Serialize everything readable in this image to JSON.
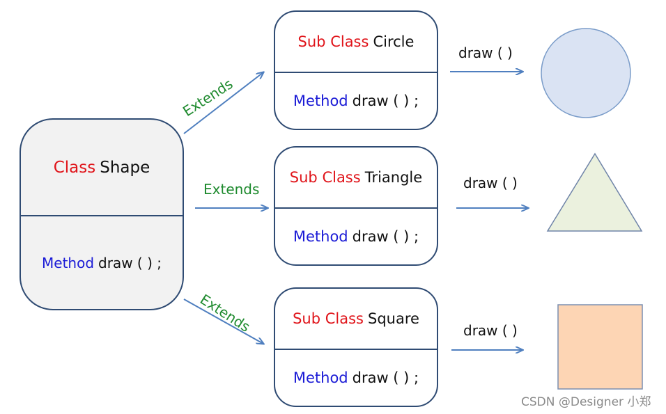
{
  "shape_class": {
    "keyword": "Class",
    "name": "Shape",
    "method_keyword": "Method",
    "method": "draw ( ) ;"
  },
  "subclasses": [
    {
      "keyword": "Sub Class",
      "name": "Circle",
      "method_keyword": "Method",
      "method": "draw ( ) ;",
      "call": "draw ( )",
      "extends_label": "Extends"
    },
    {
      "keyword": "Sub Class",
      "name": "Triangle",
      "method_keyword": "Method",
      "method": "draw ( ) ;",
      "call": "draw ( )",
      "extends_label": "Extends"
    },
    {
      "keyword": "Sub Class",
      "name": "Square",
      "method_keyword": "Method",
      "method": "draw ( ) ;",
      "call": "draw ( )",
      "extends_label": "Extends"
    }
  ],
  "colors": {
    "keyword": "#e0141a",
    "method_keyword": "#1a1ad6",
    "extends": "#1e8a2e",
    "arrow": "#4f7fbf",
    "circle_fill": "#dae3f3",
    "triangle_fill": "#ebf1de",
    "square_fill": "#fdd5b4"
  },
  "watermark": "CSDN @Designer 小郑"
}
